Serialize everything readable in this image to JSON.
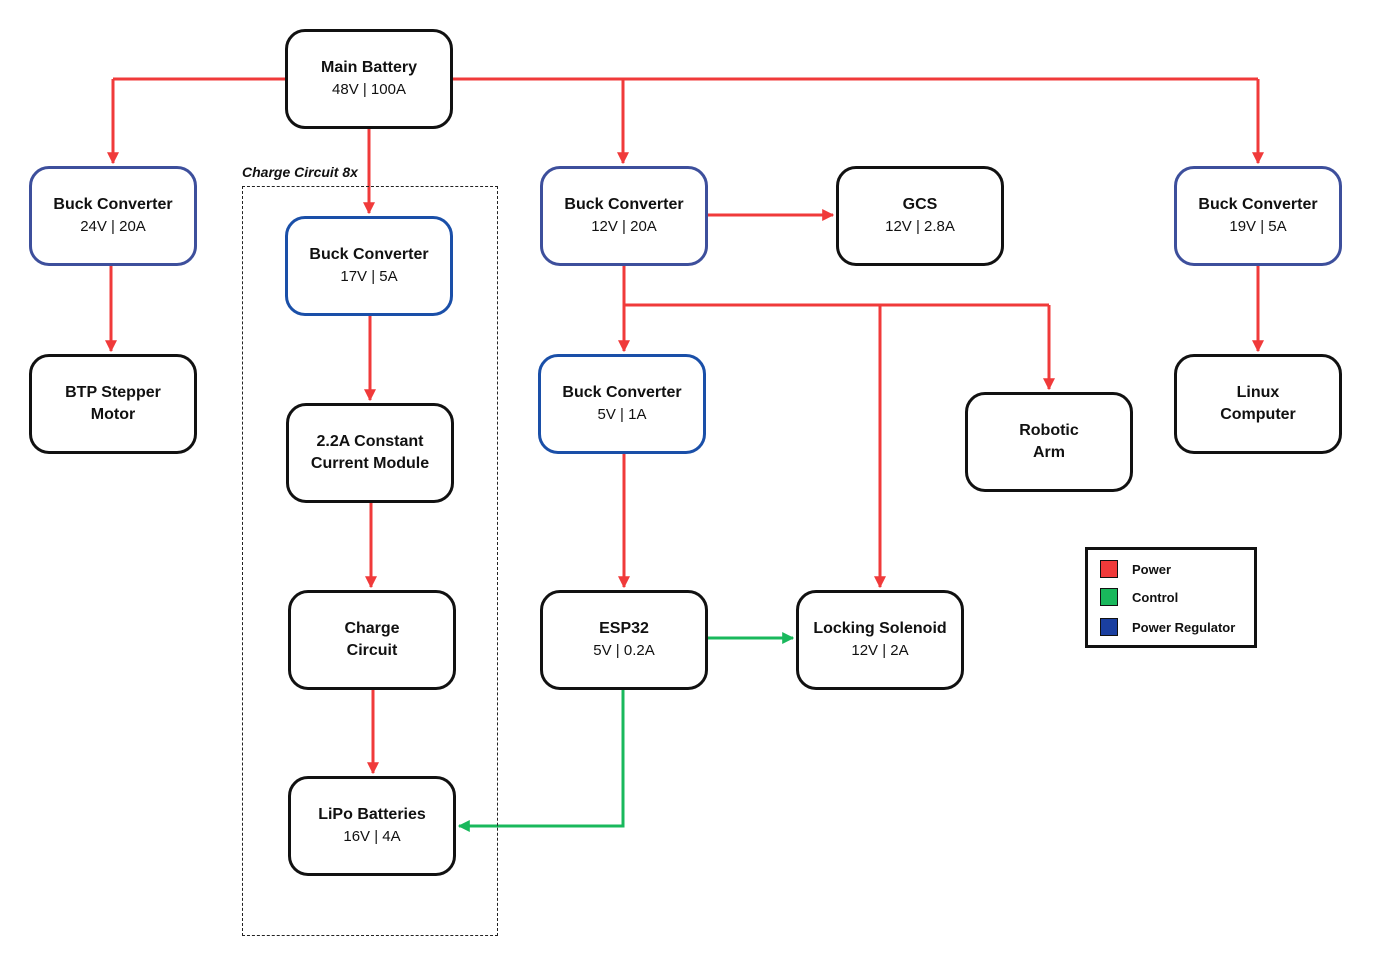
{
  "colors": {
    "power": "#f03a3a",
    "control": "#19b85c",
    "regulator": "#1a3fa0"
  },
  "group": {
    "label": "Charge Circuit 8x"
  },
  "nodes": {
    "main_battery": {
      "title": "Main Battery",
      "sub": "48V | 100A"
    },
    "buck_24": {
      "title": "Buck Converter",
      "sub": "24V | 20A"
    },
    "btp_motor": {
      "title": "BTP Stepper Motor"
    },
    "buck_17": {
      "title": "Buck Converter",
      "sub": "17V | 5A"
    },
    "cc_module": {
      "title": "2.2A Constant Current Module"
    },
    "charge_circuit": {
      "title": "Charge Circuit"
    },
    "lipo": {
      "title": "LiPo Batteries",
      "sub": "16V | 4A"
    },
    "buck_12": {
      "title": "Buck Converter",
      "sub": "12V | 20A"
    },
    "gcs": {
      "title": "GCS",
      "sub": "12V | 2.8A"
    },
    "buck_5": {
      "title": "Buck Converter",
      "sub": "5V | 1A"
    },
    "esp32": {
      "title": "ESP32",
      "sub": "5V | 0.2A"
    },
    "solenoid": {
      "title": "Locking Solenoid",
      "sub": "12V | 2A"
    },
    "robotic_arm": {
      "title": "Robotic Arm"
    },
    "buck_19": {
      "title": "Buck Converter",
      "sub": "19V | 5A"
    },
    "linux": {
      "title": "Linux Computer"
    }
  },
  "legend": {
    "items": [
      {
        "label": "Power",
        "color": "#f03a3a"
      },
      {
        "label": "Control",
        "color": "#19b85c"
      },
      {
        "label": "Power Regulator",
        "color": "#1a3fa0"
      }
    ]
  }
}
